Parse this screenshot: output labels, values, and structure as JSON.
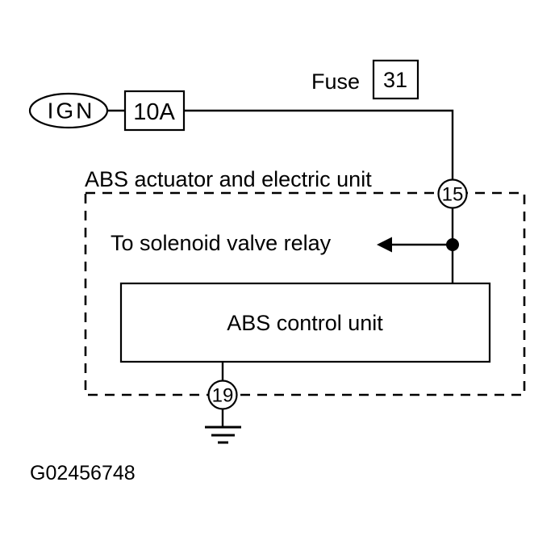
{
  "colors": {
    "ink": "#000000",
    "background": "#ffffff"
  },
  "diagram": {
    "power_source_label": "IGN",
    "fuse_rating_label": "10A",
    "fuse_caption": "Fuse",
    "fuse_number": "31",
    "assembly_label": "ABS actuator and electric unit",
    "top_connector_pin": "15",
    "branch_label": "To solenoid valve relay",
    "control_unit_label": "ABS control unit",
    "ground_connector_pin": "19",
    "figure_code": "G02456748"
  }
}
